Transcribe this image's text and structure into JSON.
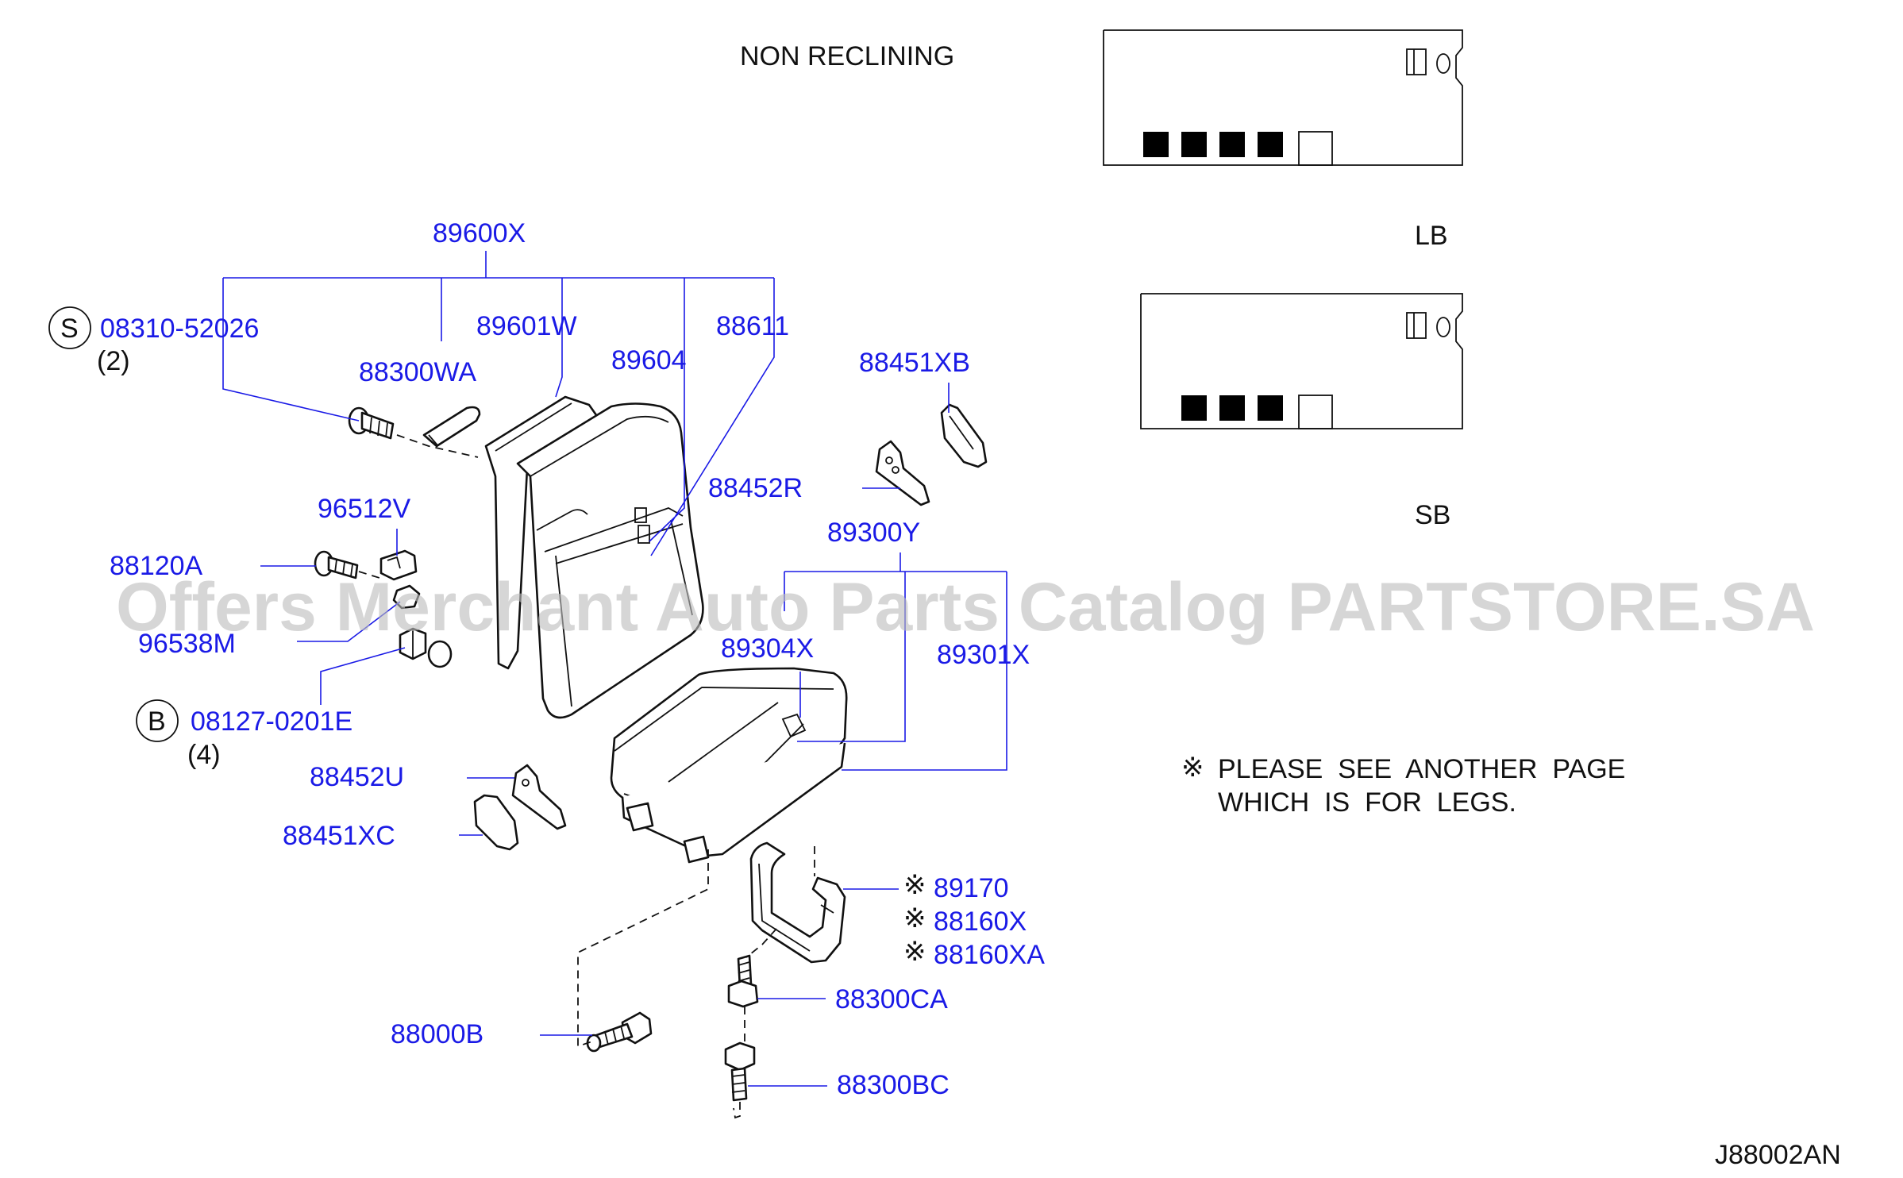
{
  "header": {
    "title": "NON  RECLINING",
    "drawing_code": "J88002AN"
  },
  "watermark": "Offers Merchant Auto Parts Catalog PARTSTORE.SA",
  "variants": [
    {
      "label": "LB",
      "filled_cells": 4
    },
    {
      "label": "SB",
      "filled_cells": 3
    }
  ],
  "callouts": {
    "p89600x": "89600X",
    "p08310_52026": "08310-52026",
    "p08310_qty": "(2)",
    "p88300wa": "88300WA",
    "p89601w": "89601W",
    "p89604": "89604",
    "p88611": "88611",
    "p88451xb": "88451XB",
    "p88452r": "88452R",
    "p96512v": "96512V",
    "p88120a": "88120A",
    "p96538m": "96538M",
    "p08127_0201e": "08127-0201E",
    "p08127_qty": "(4)",
    "p89300y": "89300Y",
    "p89304x": "89304X",
    "p89301x": "89301X",
    "p88452u": "88452U",
    "p88451xc": "88451XC",
    "p89170": "89170",
    "p88160x": "88160X",
    "p88160xa": "88160XA",
    "p88300ca": "88300CA",
    "p88000b": "88000B",
    "p88300bc": "88300BC"
  },
  "markers": {
    "s_symbol": "S",
    "b_symbol": "B",
    "ref_symbol": "※"
  },
  "note": {
    "line1": "PLEASE  SEE  ANOTHER  PAGE",
    "line2": "WHICH  IS  FOR  LEGS."
  }
}
